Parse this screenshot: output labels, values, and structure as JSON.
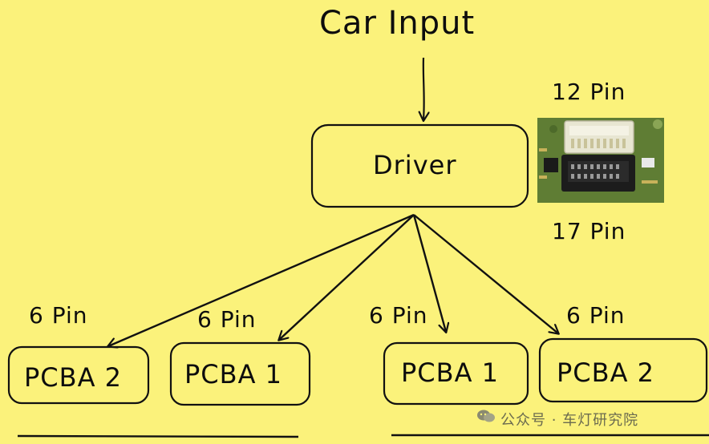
{
  "title": "Car Input",
  "driver": {
    "label": "Driver"
  },
  "connector_photo": {
    "top_label": "12 Pin",
    "bottom_label": "17 Pin"
  },
  "groups": [
    {
      "boards": [
        {
          "label": "PCBA 2",
          "pin_label": "6 Pin"
        },
        {
          "label": "PCBA 1",
          "pin_label": "6 Pin"
        }
      ]
    },
    {
      "boards": [
        {
          "label": "PCBA 1",
          "pin_label": "6 Pin"
        },
        {
          "label": "PCBA 2",
          "pin_label": "6 Pin"
        }
      ]
    }
  ],
  "watermark": "公众号 · 车灯研究院"
}
